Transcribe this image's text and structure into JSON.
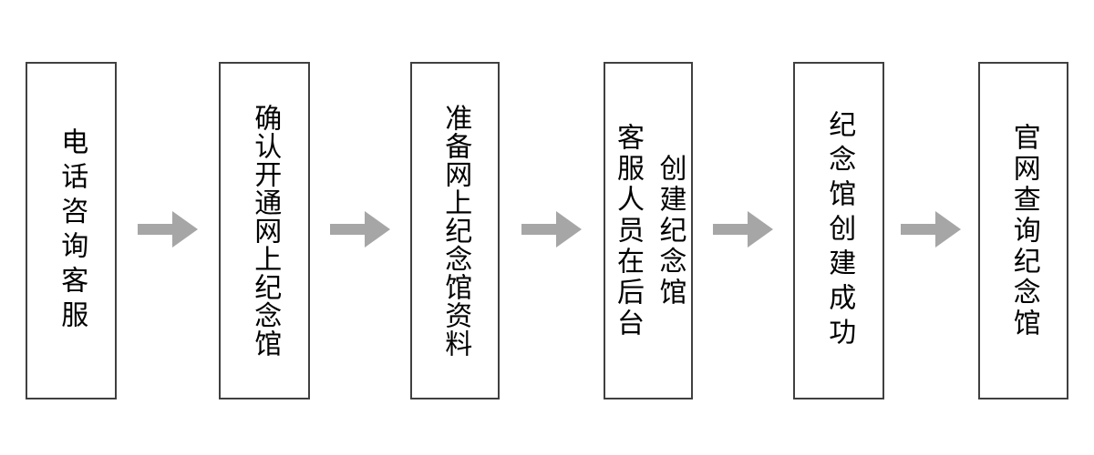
{
  "diagram": {
    "type": "flowchart",
    "direction": "left-to-right",
    "steps": [
      {
        "label": "电话咨询客服"
      },
      {
        "label": "确认开通网上纪念馆"
      },
      {
        "label": "准备网上纪念馆资料"
      },
      {
        "label": "客服人员在后台\n创建纪念馆"
      },
      {
        "label": "纪念馆创建成功"
      },
      {
        "label": "官网查询纪念馆"
      }
    ],
    "connector": "right-arrow",
    "colors": {
      "background": "#ffffff",
      "box_fill": "#ffffff",
      "box_border": "#404040",
      "text": "#000000",
      "arrow": "#a6a6a6"
    }
  }
}
